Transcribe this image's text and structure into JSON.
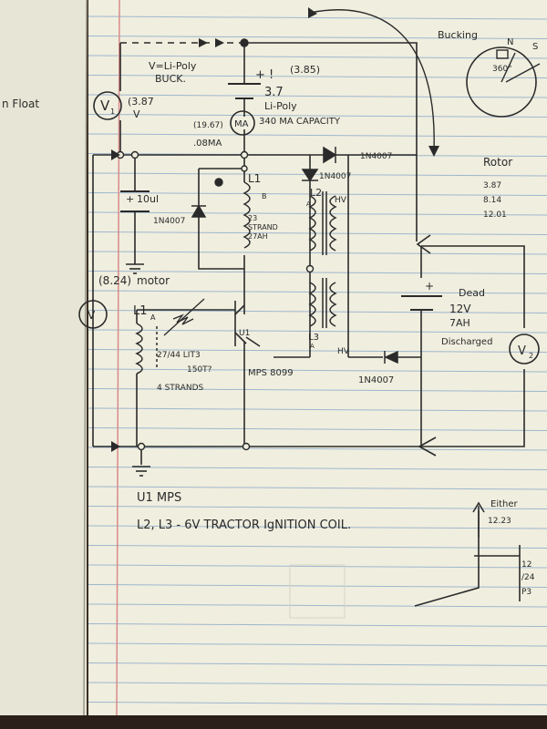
{
  "page_margin_note": "n Float",
  "labels": {
    "vli": "V=Li-Poly",
    "buck": "BUCK.",
    "v1_reading": "(3.87",
    "v1_unit": "V",
    "v1": "V",
    "v1_sub": "1",
    "battery_reading": "(3.85)",
    "battery_plus": "+ !",
    "battery_voltage": "3.7",
    "battery_type": "Li-Poly",
    "battery_capacity": "340 MA CAPACITY",
    "ma_reading": "(19.67)",
    "ma_meter": "MA",
    "ma_value": ".08MA",
    "diode_top": "1N4007",
    "diode_mid": "1N4007",
    "diode_left": "1N4007",
    "diode_bottom": "1N4007",
    "cap": "10ul",
    "cap_plus": "+",
    "l1b": "L1",
    "l1b_sub": "B",
    "l1b_spec1": "23",
    "l1b_spec2": "STRAND",
    "l1b_spec3": "27AH",
    "l2": "L2",
    "l2_sub": "A",
    "hv_top": "HV",
    "l3": "L3",
    "l3_sub": "A",
    "hv_bottom": "HV",
    "motor_reading": "(8.24)",
    "motor": "motor",
    "v_left": "V",
    "l1a": "L1",
    "l1a_sub": "A",
    "l1a_spec1": "27/44 LIT3",
    "l1a_spec2": "150T?",
    "l1a_spec3": "4 STRANDS",
    "u1": "U1",
    "transistor": "MPS 8099",
    "battery2_plus": "+",
    "battery2_dead": "Dead",
    "battery2_v": "12V",
    "battery2_ah": "7AH",
    "battery2_state": "Discharged",
    "v2": "V",
    "v2_sub": "2",
    "bucking": "Bucking",
    "compass_n": "N",
    "compass_s": "S",
    "compass_deg": "360°",
    "rotor": "Rotor",
    "rotor_v1": "3.87",
    "rotor_v2": "8.14",
    "rotor_v3": "12.01",
    "note_u1": "U1  MPS",
    "note_l2l3": "L2, L3 - 6V TRACTOR IgNITION COIL.",
    "either": "Either",
    "either_value": "12.23",
    "side_v1": "12",
    "side_v2": "/24",
    "side_label": "P3"
  }
}
